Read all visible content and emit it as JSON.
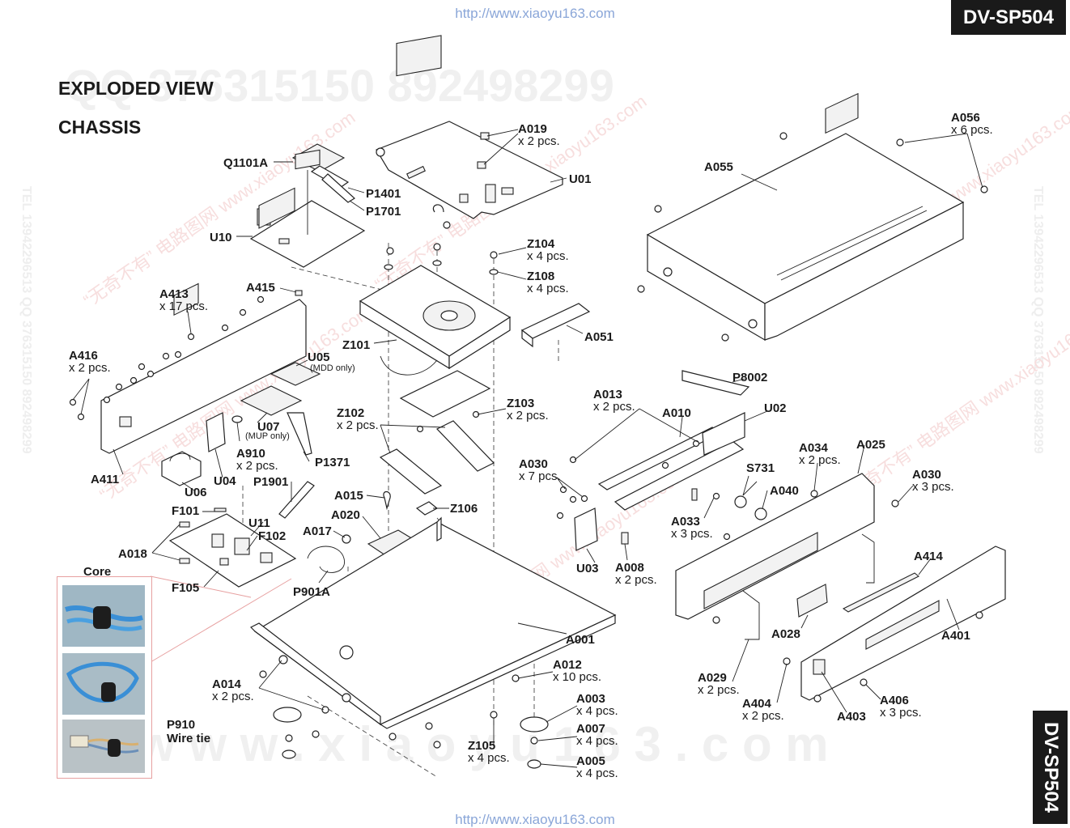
{
  "model": "DV-SP504",
  "watermark_url": "http://www.xiaoyu163.com",
  "watermark_qq": "QQ 376315150   892498299",
  "watermark_side": "TEL 13942296513  QQ 376315150  892498299",
  "watermark_cn": "“无奇不有” 电路图网 www.xiaoyu163.com",
  "watermark_big": "w w w . x i a o y u 1 6 3 . c o m",
  "title": "EXPLODED VIEW",
  "section": "CHASSIS",
  "core_label": "Core",
  "labels": {
    "Q1101A": "Q1101A",
    "P1401": "P1401",
    "P1701": "P1701",
    "U10": "U10",
    "A019": "A019",
    "A019q": "x 2 pcs.",
    "U01": "U01",
    "A056": "A056",
    "A056q": "x 6 pcs.",
    "A055": "A055",
    "Z104": "Z104",
    "Z104q": "x 4 pcs.",
    "Z108": "Z108",
    "Z108q": "x 4 pcs.",
    "A413": "A413",
    "A413q": "x 17 pcs.",
    "A415": "A415",
    "Z101": "Z101",
    "A051": "A051",
    "A416": "A416",
    "A416q": "x 2 pcs.",
    "U05": "U05",
    "U05n": "(MDD only)",
    "U07": "U07",
    "U07n": "(MUP only)",
    "A910": "A910",
    "A910q": "x 2 pcs.",
    "Z102": "Z102",
    "Z102q": "x 2 pcs.",
    "Z103": "Z103",
    "Z103q": "x 2 pcs.",
    "P8002": "P8002",
    "A013": "A013",
    "A013q": "x 2 pcs.",
    "A010": "A010",
    "U02": "U02",
    "A411": "A411",
    "U06": "U06",
    "U04": "U04",
    "P1371": "P1371",
    "P1901": "P1901",
    "A015": "A015",
    "Z106": "Z106",
    "A030a": "A030",
    "A030aq": "x 7 pcs.",
    "A034": "A034",
    "A034q": "x 2 pcs.",
    "A025": "A025",
    "A030b": "A030",
    "A030bq": "x 3 pcs.",
    "S731": "S731",
    "A040": "A040",
    "F101": "F101",
    "U11": "U11",
    "A020": "A020",
    "A017": "A017",
    "F102": "F102",
    "A018": "A018",
    "F105": "F105",
    "P901A": "P901A",
    "A033": "A033",
    "A033q": "x 3 pcs.",
    "U03": "U03",
    "A008": "A008",
    "A008q": "x 2 pcs.",
    "A414": "A414",
    "A028": "A028",
    "A401": "A401",
    "A001": "A001",
    "A012": "A012",
    "A012q": "x 10 pcs.",
    "A014": "A014",
    "A014q": "x 2 pcs.",
    "A003": "A003",
    "A003q": "x 4 pcs.",
    "A007": "A007",
    "A007q": "x 4 pcs.",
    "A005": "A005",
    "A005q": "x 4 pcs.",
    "Z105": "Z105",
    "Z105q": "x 4 pcs.",
    "A029": "A029",
    "A029q": "x 2 pcs.",
    "A404": "A404",
    "A404q": "x 2 pcs.",
    "A403": "A403",
    "A406": "A406",
    "A406q": "x 3 pcs.",
    "P910": "P910",
    "P910b": "Wire tie"
  }
}
